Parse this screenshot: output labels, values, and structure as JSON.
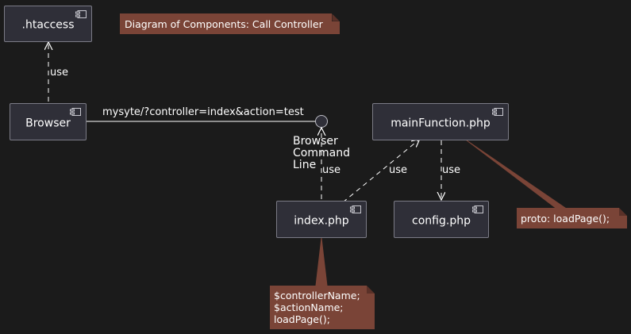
{
  "title_note": "Diagram of Components: Call Controller",
  "components": {
    "htaccess": ".htaccess",
    "browser": "Browser",
    "mainfunction": "mainFunction.php",
    "index": "index.php",
    "config": "config.php"
  },
  "interface": {
    "lines": [
      "Browser",
      "Command",
      "Line"
    ]
  },
  "edge_labels": {
    "browser_htaccess": "use",
    "browser_interface": "mysyte/?controller=index&action=test",
    "index_interface": "use",
    "index_mainfunction": "use",
    "mainfunction_config": "use"
  },
  "notes": {
    "mainfunction": "proto: loadPage();",
    "index": "$controllerName;\n$actionName;\nloadPage();"
  },
  "colors": {
    "background": "#1b1b1b",
    "component_fill": "#2f2f38",
    "component_border": "#7b7b86",
    "note_fill": "#7a4437",
    "line": "#ffffff"
  }
}
